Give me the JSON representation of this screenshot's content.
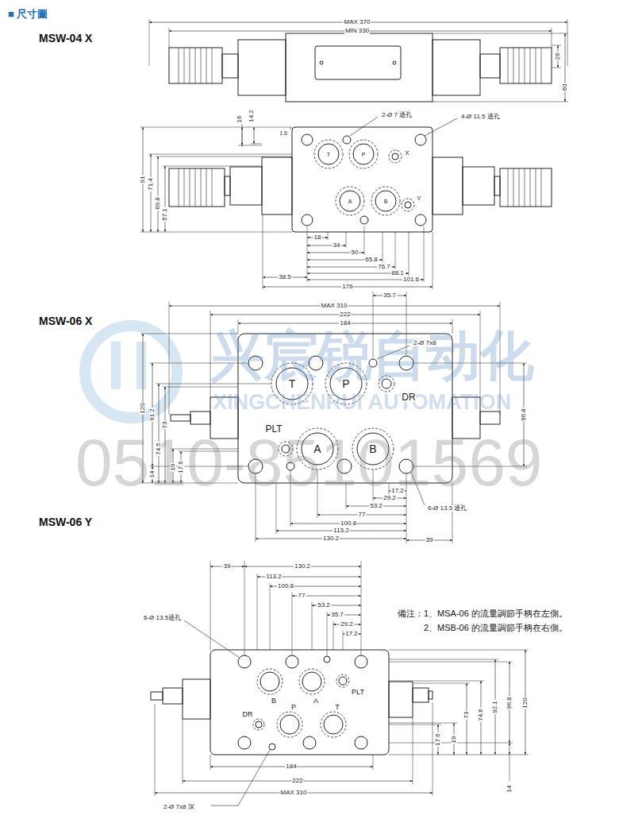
{
  "diagram": {
    "title": "■ 尺寸圖",
    "labels": [
      "MSW-04 X",
      "MAX 370",
      "MIN 330",
      "26",
      "60",
      "2-Ø 7 通孔",
      "4-Ø 11.5 通孔",
      "T",
      "P",
      "X",
      "A",
      "B",
      "Y",
      "1.6",
      "16",
      "14.2",
      "57.1",
      "69.8",
      "71.4",
      "91",
      "18",
      "34",
      "50",
      "65.8",
      "76.7",
      "88.1",
      "101.6",
      "38.5",
      "176",
      "MSW-06 X",
      "35.7",
      "MAX 310",
      "222",
      "184",
      "2-Ø 7x8",
      "T",
      "P",
      "DR",
      "PLT",
      "A",
      "B",
      "120",
      "91.2",
      "74.5",
      "73",
      "19",
      "17.6",
      "14",
      "96.8",
      "17.2",
      "29.2",
      "53.2",
      "77",
      "100.8",
      "113.2",
      "130.2",
      "39",
      "6-Ø 13.5 通孔",
      "MSW-06 Y",
      "39",
      "130.2",
      "113.2",
      "100.8",
      "77",
      "53.2",
      "35.7",
      "29.2",
      "17.2",
      "6-Ø 13.5通孔",
      "B",
      "A",
      "PLT",
      "DR",
      "P",
      "T",
      "73",
      "74.6",
      "92.1",
      "96.8",
      "120",
      "17.6",
      "19",
      "14",
      "184",
      "222",
      "MAX 310",
      "2-Ø 7x8 深",
      "備注：1、MSA-06 的流量調節手柄在左側。",
      "2、MSB-06 的流量調節手柄在右側。",
      "兴宸锐自动化",
      "XINGCHENRUI AUTOMATION",
      "0510-85101569"
    ]
  }
}
